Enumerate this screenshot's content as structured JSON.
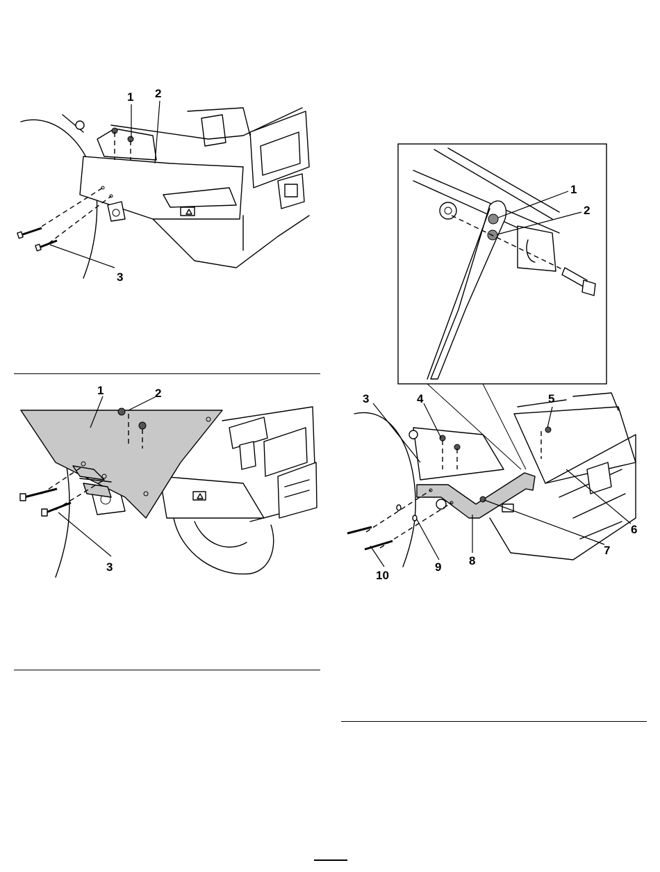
{
  "figure1": {
    "callouts": [
      "1",
      "2",
      "3"
    ]
  },
  "figure2": {
    "callouts": [
      "1",
      "2",
      "3"
    ]
  },
  "figure3": {
    "detail_callouts": [
      "1",
      "2"
    ],
    "callouts": [
      "3",
      "4",
      "5",
      "6",
      "7",
      "8",
      "9",
      "10"
    ]
  },
  "colors": {
    "highlight_part": "#c8c8c8",
    "line": "#000000",
    "background": "#ffffff"
  }
}
